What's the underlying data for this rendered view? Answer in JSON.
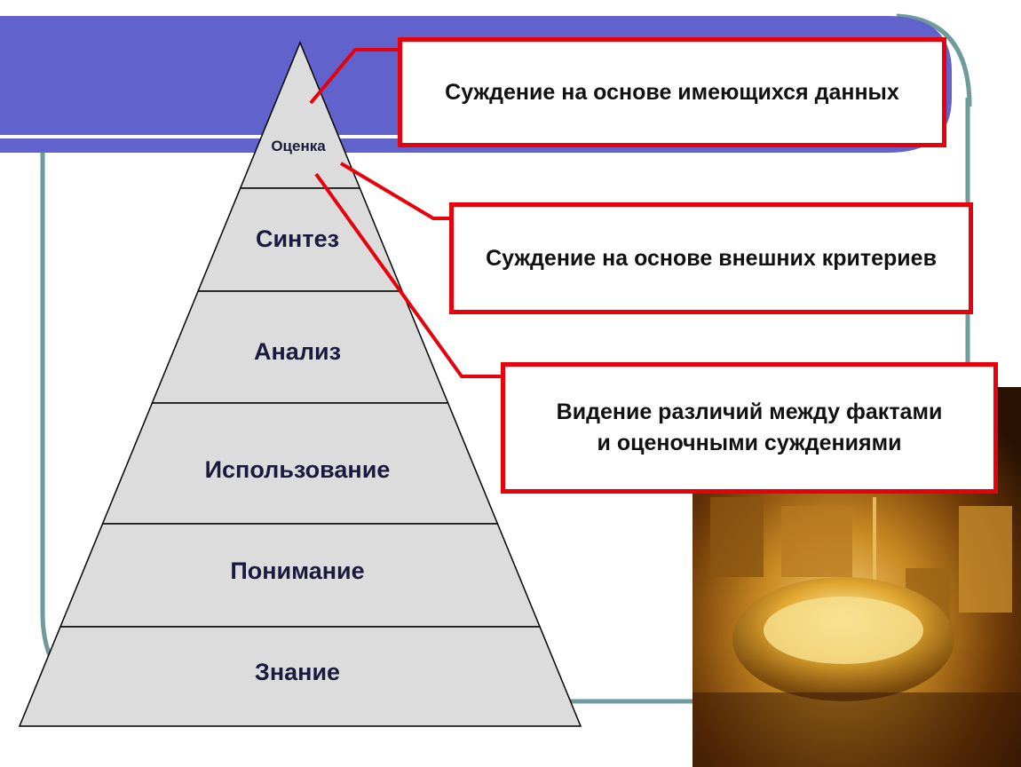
{
  "colors": {
    "header_band": "#6262cc",
    "frame_line": "#6e9b9b",
    "pyramid_fill": "#dcdcdc",
    "callout_border": "#e8000b",
    "level_text": "#1a1a40",
    "top_level_text": "#e8000b"
  },
  "pyramid": {
    "levels": [
      {
        "label": "Оценка"
      },
      {
        "label": "Синтез"
      },
      {
        "label": "Анализ"
      },
      {
        "label": "Использование"
      },
      {
        "label": "Понимание"
      },
      {
        "label": "Знание"
      }
    ]
  },
  "callouts": [
    {
      "text": "Суждение на основе имеющихся данных"
    },
    {
      "text": "Суждение на основе внешних критериев"
    },
    {
      "text": "Видение различий между фактами и оценочными суждениями"
    }
  ],
  "photo": {
    "icon": "gold-scale-photo"
  }
}
